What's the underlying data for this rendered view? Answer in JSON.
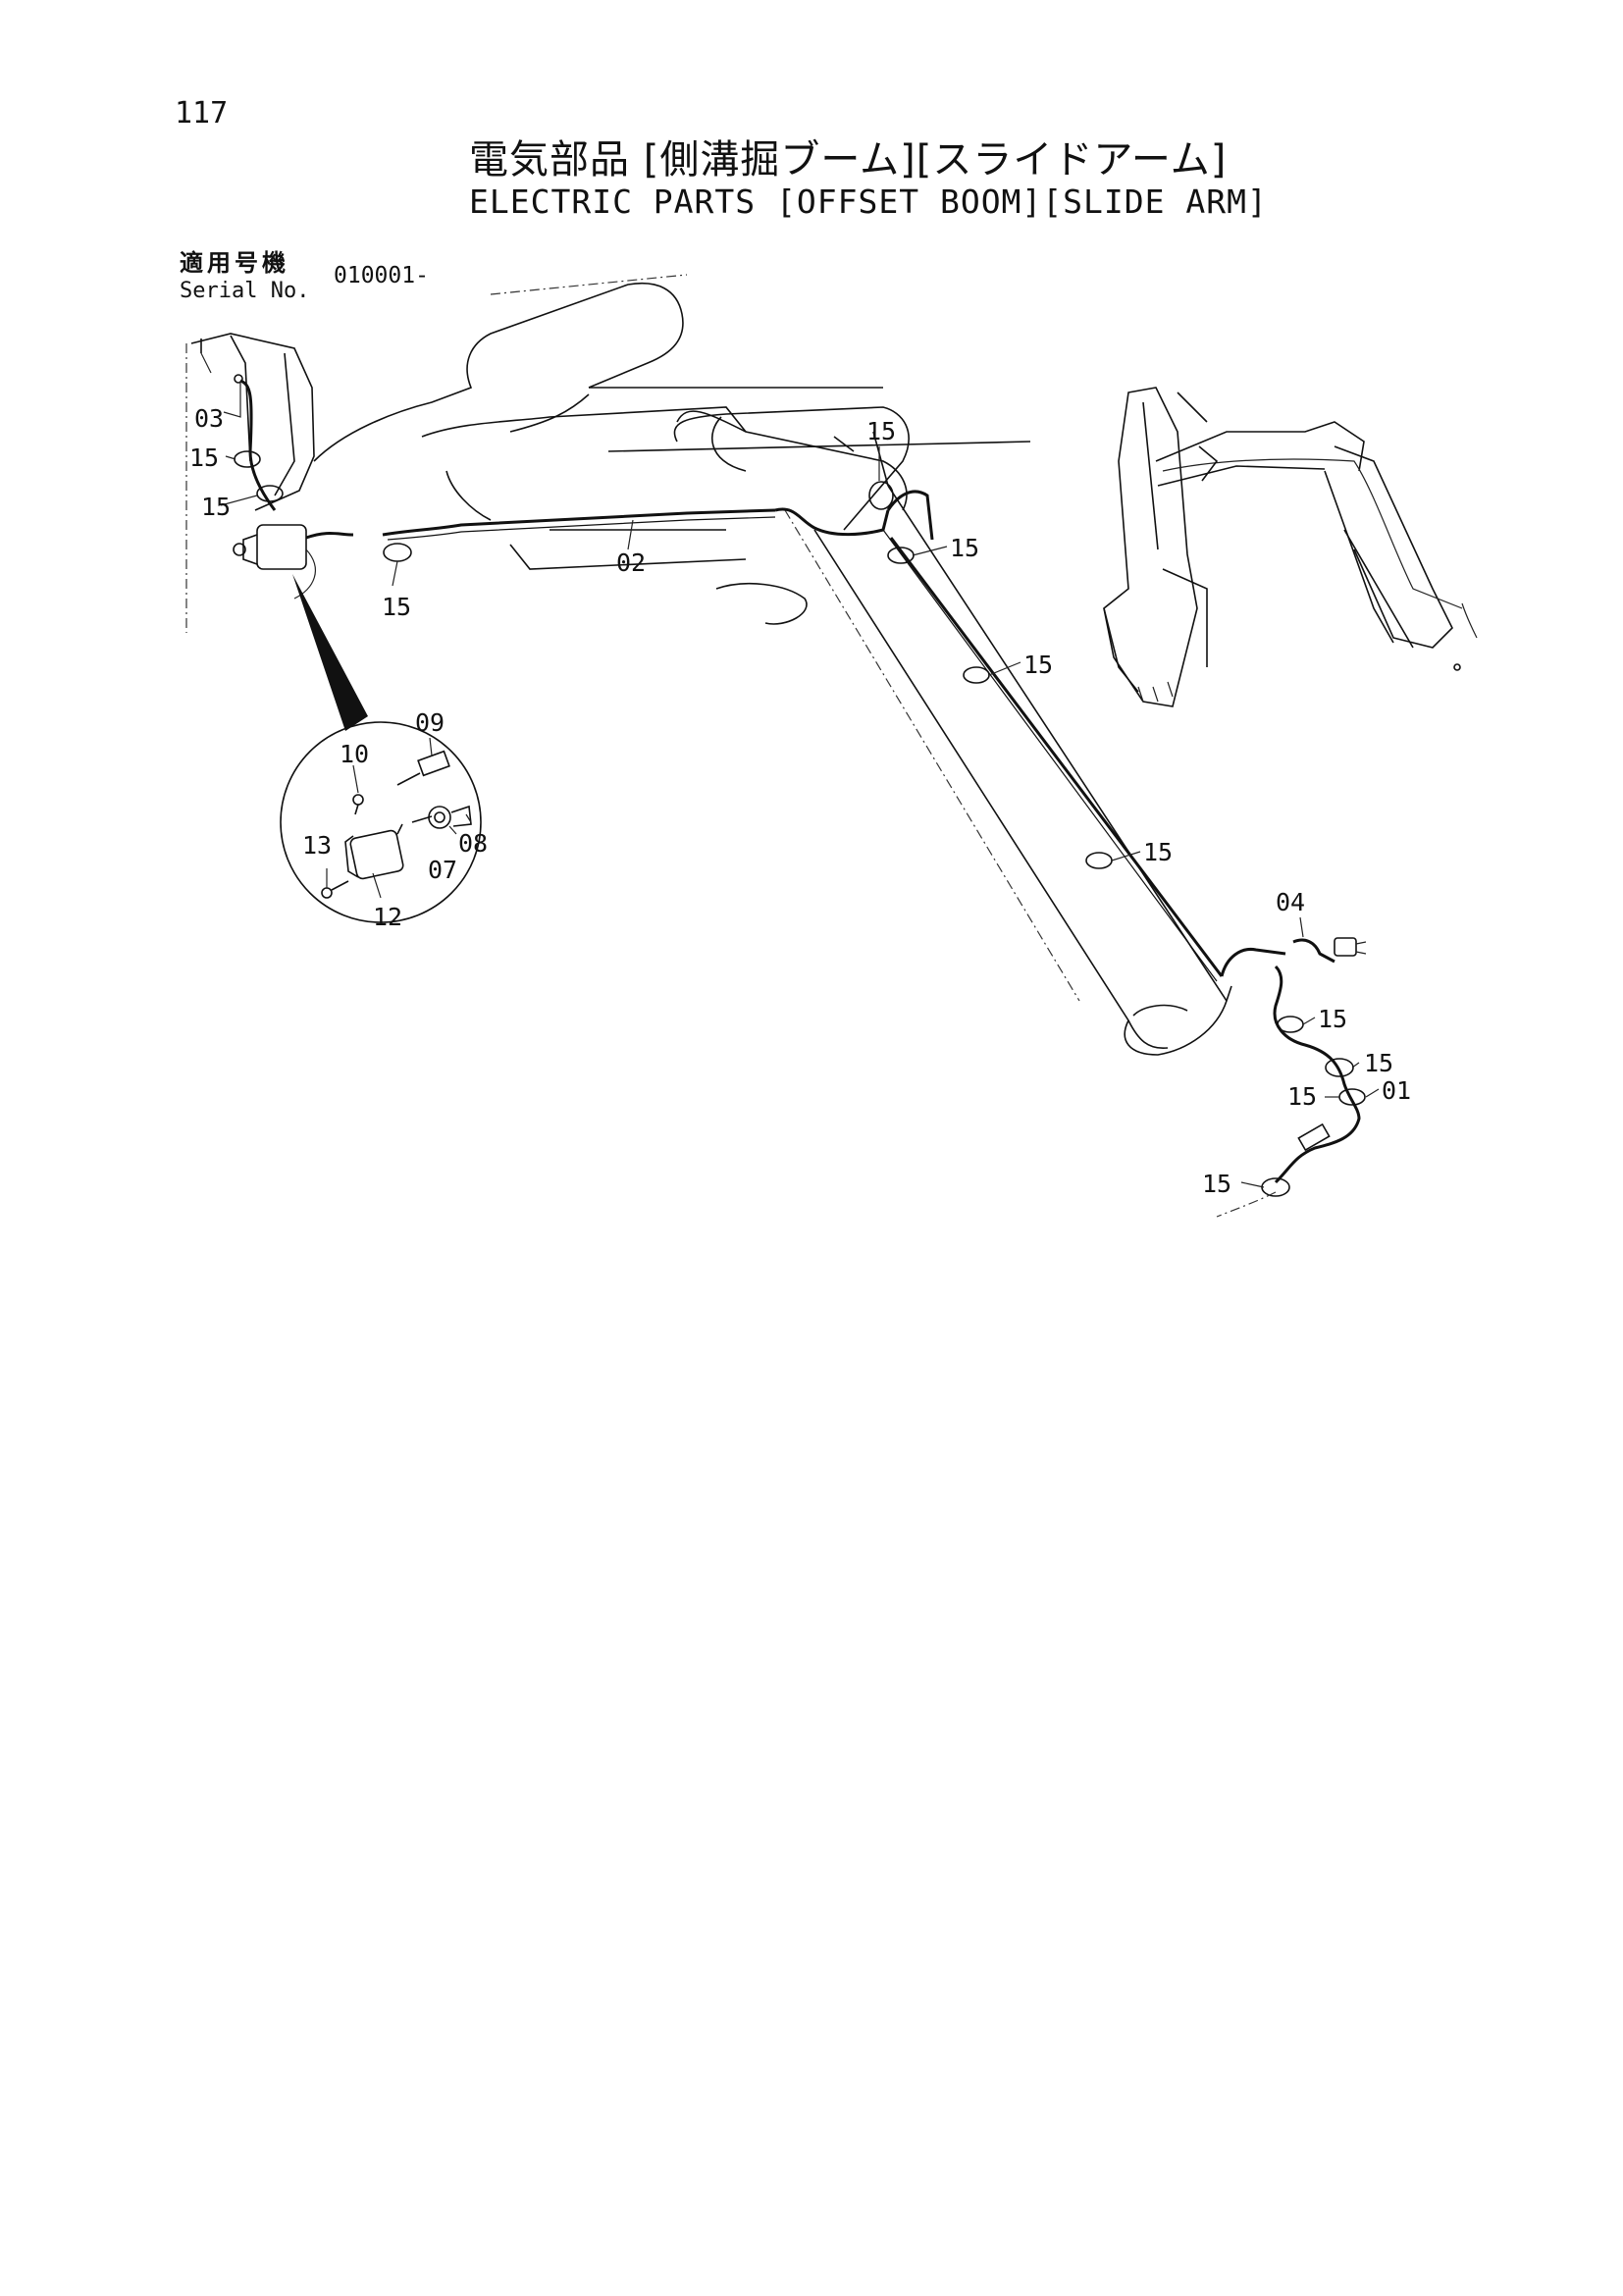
{
  "page": {
    "number": "117",
    "title_jp": "電気部品 [側溝掘ブーム][スライドアーム]",
    "title_en": "ELECTRIC PARTS [OFFSET BOOM][SLIDE ARM]"
  },
  "serial": {
    "label_jp": "適用号機",
    "label_en": "Serial No.",
    "value": "010001-"
  },
  "callouts": {
    "c01": "01",
    "c02": "02",
    "c03": "03",
    "c04": "04",
    "c07": "07",
    "c08": "08",
    "c09": "09",
    "c10": "10",
    "c12": "12",
    "c13": "13",
    "c15": "15"
  },
  "colors": {
    "ink": "#111111",
    "paper": "#ffffff"
  }
}
